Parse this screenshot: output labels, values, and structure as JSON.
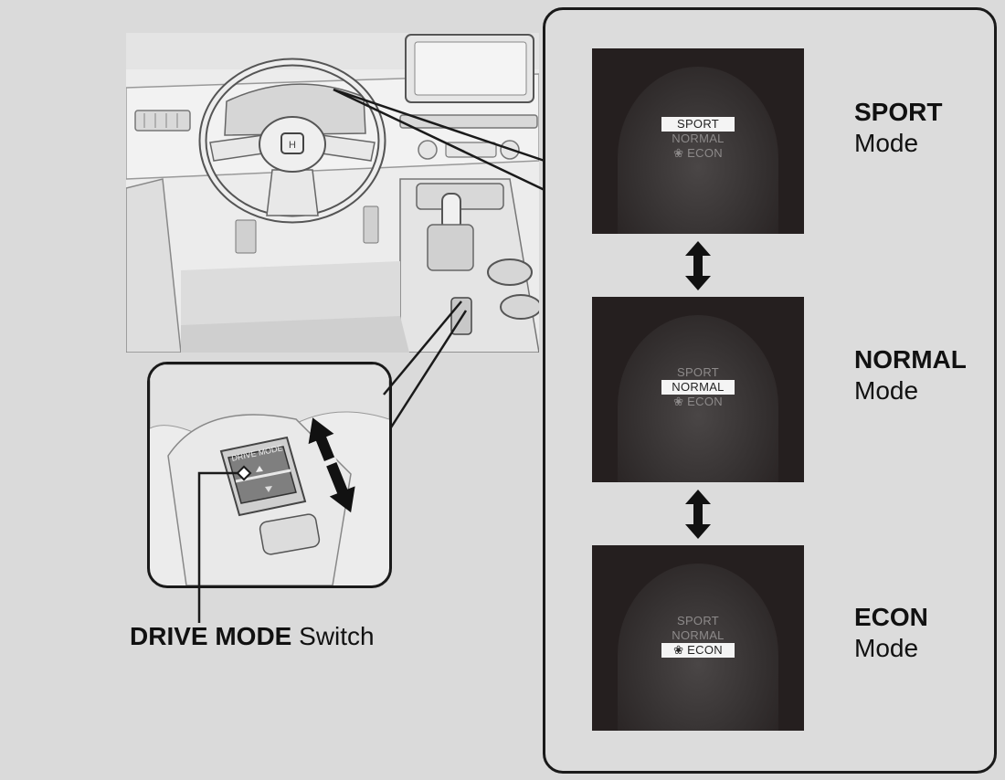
{
  "switch_caption": {
    "bold": "DRIVE MODE",
    "rest": " Switch"
  },
  "switch_panel_label": "DRIVE MODE",
  "menu_items": [
    "SPORT",
    "NORMAL",
    "ECON"
  ],
  "modes": [
    {
      "name": "SPORT",
      "word": "Mode",
      "active_index": 0
    },
    {
      "name": "NORMAL",
      "word": "Mode",
      "active_index": 1
    },
    {
      "name": "ECON",
      "word": "Mode",
      "active_index": 2
    }
  ],
  "colors": {
    "background": "#dadada",
    "screen": "#251f1f",
    "highlight": "#f4f4f4",
    "ink": "#111111"
  },
  "icons": {
    "econ": "leaf-icon",
    "cycle": "double-arrow-icon"
  }
}
